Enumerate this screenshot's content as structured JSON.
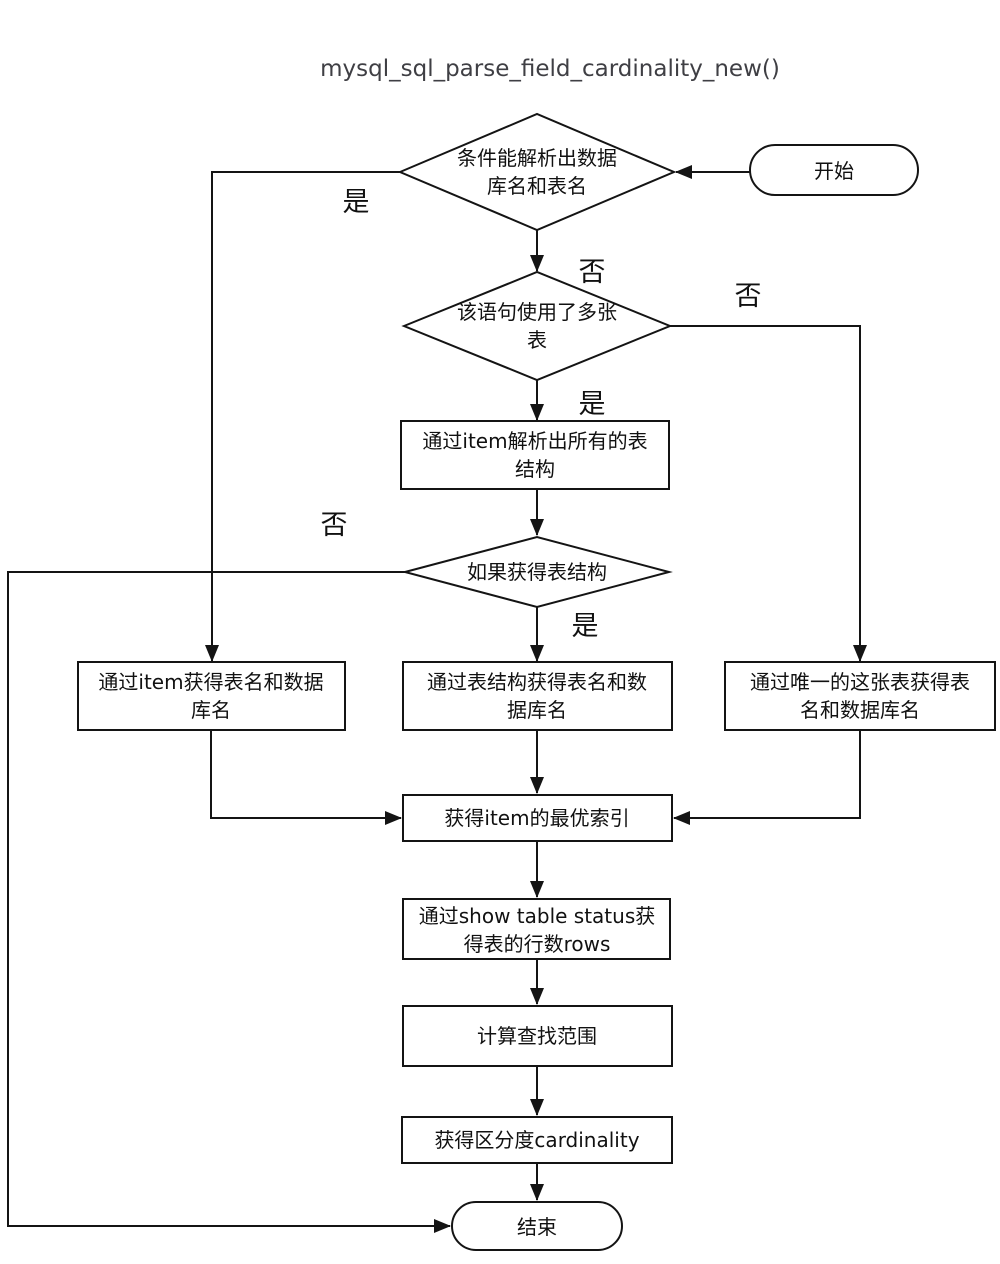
{
  "title": "mysql_sql_parse_field_cardinality_new()",
  "colors": {
    "stroke": "#141414",
    "node_text": "#111111",
    "title_text": "#3f3f44",
    "background": "#ffffff"
  },
  "nodes": {
    "start": {
      "shape": "terminator",
      "label": "开始"
    },
    "decision_parse_db_table": {
      "shape": "decision",
      "lines": [
        "条件能解析出数据",
        "库名和表名"
      ]
    },
    "decision_multi_table": {
      "shape": "decision",
      "lines": [
        "该语句使用了多张",
        "表"
      ]
    },
    "process_parse_all_structs": {
      "shape": "process",
      "lines": [
        "通过item解析出所有的表",
        "结构"
      ]
    },
    "decision_got_struct": {
      "shape": "decision",
      "lines": [
        "如果获得表结构"
      ]
    },
    "process_item_names": {
      "shape": "process",
      "lines": [
        "通过item获得表名和数据",
        "库名"
      ]
    },
    "process_struct_names": {
      "shape": "process",
      "lines": [
        "通过表结构获得表名和数",
        "据库名"
      ]
    },
    "process_single_table_names": {
      "shape": "process",
      "lines": [
        "通过唯一的这张表获得表",
        "名和数据库名"
      ]
    },
    "process_best_index": {
      "shape": "process",
      "lines": [
        "获得item的最优索引"
      ]
    },
    "process_show_table_status": {
      "shape": "process",
      "lines": [
        "通过show table status获",
        "得表的行数rows"
      ]
    },
    "process_calc_range": {
      "shape": "process",
      "lines": [
        "计算查找范围"
      ]
    },
    "process_cardinality": {
      "shape": "process",
      "lines": [
        "获得区分度cardinality"
      ]
    },
    "end": {
      "shape": "terminator",
      "label": "结束"
    }
  },
  "edge_labels": {
    "d1_yes": "是",
    "d1_no": "否",
    "d2_yes": "是",
    "d2_no": "否",
    "d3_yes": "是",
    "d3_no": "否"
  }
}
